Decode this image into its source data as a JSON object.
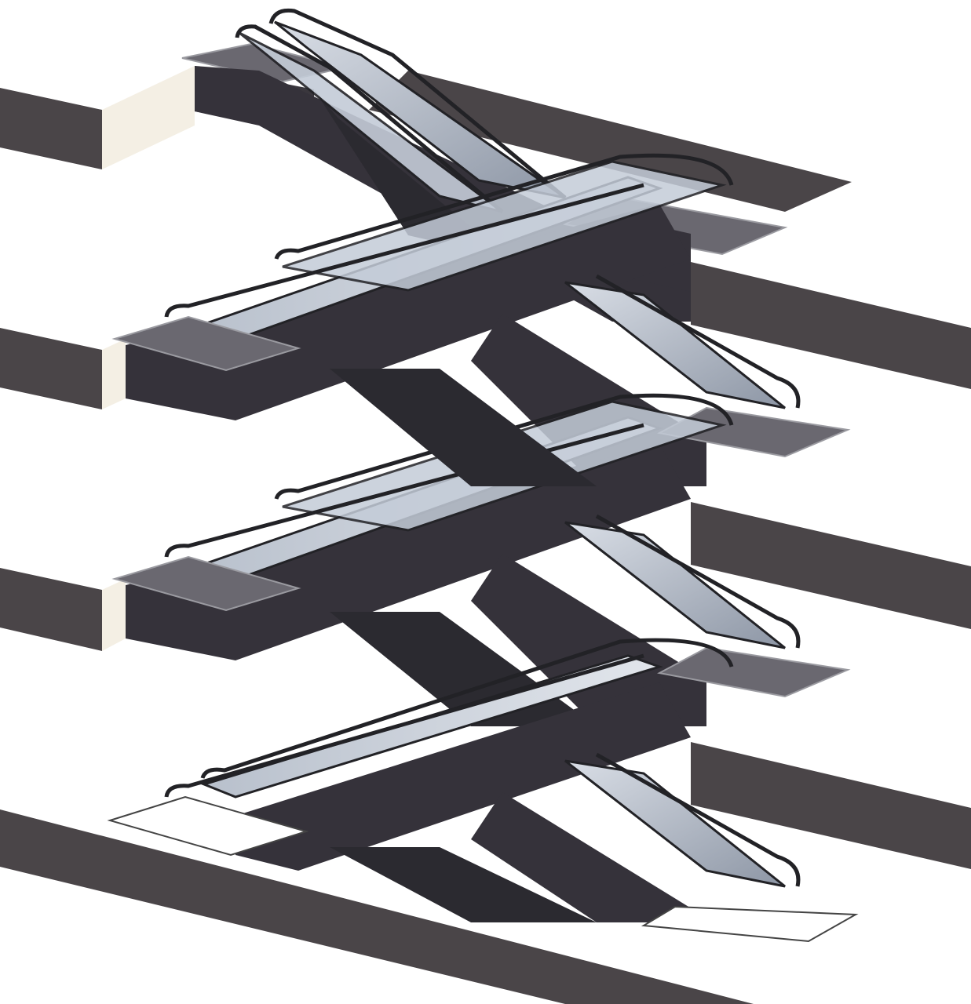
{
  "figure": {
    "kind": "isometric-escalator-diagram",
    "floor_count": 4,
    "flights_per_floor_gap": 2,
    "colors": {
      "background": "#ffffff",
      "slab_face": "#4a4548",
      "slab_top": "#5b5658",
      "slab_edge_light": "#f4efe4",
      "truss_dark": "#35323a",
      "truss_side": "#2b2a30",
      "glass_balustrade": "#c4ccd8",
      "glass_dark": "#7c8696",
      "step_band": "#9aa1ad",
      "handrail": "#222226",
      "pit_fill": "#6a6870",
      "pit_outline": "#9a9aa0"
    }
  }
}
